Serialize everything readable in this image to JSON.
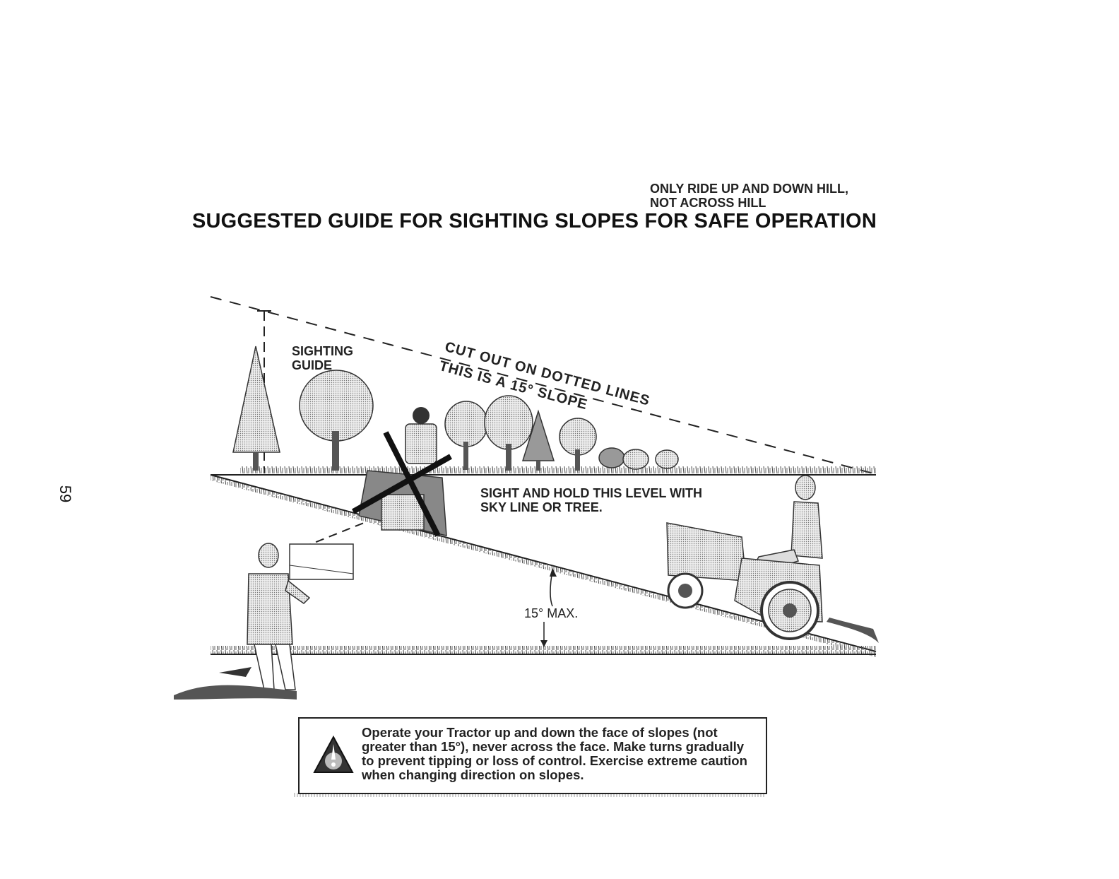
{
  "page": {
    "title": "SUGGESTED GUIDE FOR SIGHTING SLOPES FOR SAFE OPERATION",
    "page_number": "59"
  },
  "diagram": {
    "sighting_guide_label": "SIGHTING\nGUIDE",
    "cut_out_label": "CUT OUT ON DOTTED LINES",
    "slope_label": "THIS IS A 15° SLOPE",
    "ride_instruction": "ONLY RIDE UP AND DOWN HILL,\nNOT ACROSS HILL",
    "sight_instruction": "SIGHT AND HOLD THIS LEVEL WITH\nSKY LINE OR TREE.",
    "max_angle_label": "15° MAX."
  },
  "warning": {
    "icon": "warning-triangle-icon",
    "text": "Operate your Tractor up and down the face of slopes (not greater than 15°), never across the face. Make turns gradually to prevent tipping or loss of control. Exercise extreme caution when changing direction on slopes."
  }
}
